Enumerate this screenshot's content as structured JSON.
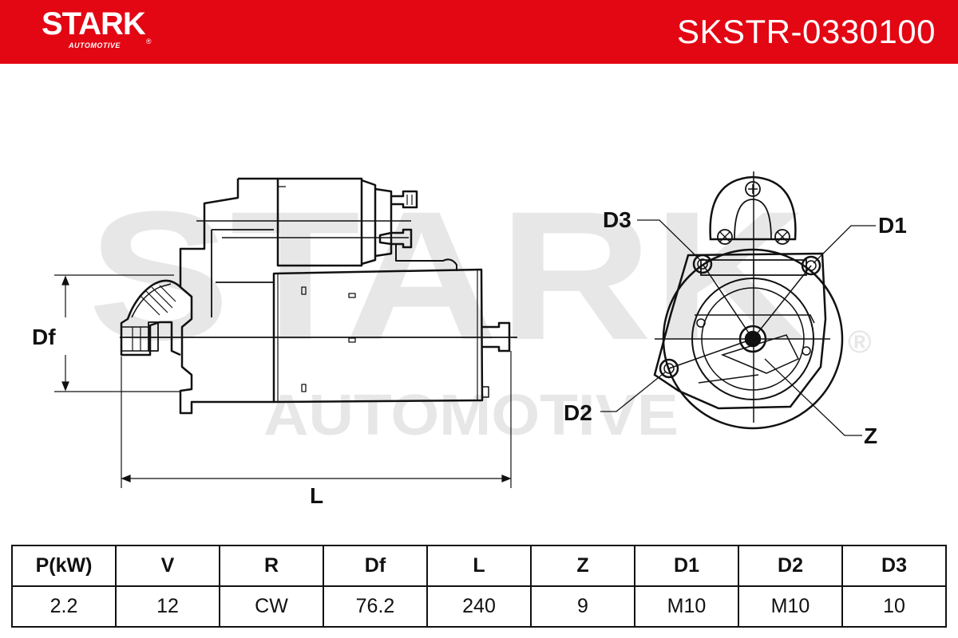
{
  "header": {
    "brand": "STARK",
    "brand_registered": "®",
    "brand_sub": "AUTOMOTIVE",
    "part_number": "SKSTR-0330100",
    "color": "#e30613"
  },
  "watermark": {
    "main": "STARK",
    "sub": "AUTOMOTIVE",
    "registered": "®"
  },
  "drawing": {
    "dim_df": "Df",
    "dim_l": "L",
    "label_d1": "D1",
    "label_d2": "D2",
    "label_d3": "D3",
    "label_z": "Z"
  },
  "specs": {
    "headers": [
      "P(kW)",
      "V",
      "R",
      "Df",
      "L",
      "Z",
      "D1",
      "D2",
      "D3"
    ],
    "values": [
      "2.2",
      "12",
      "CW",
      "76.2",
      "240",
      "9",
      "M10",
      "M10",
      "10"
    ]
  }
}
